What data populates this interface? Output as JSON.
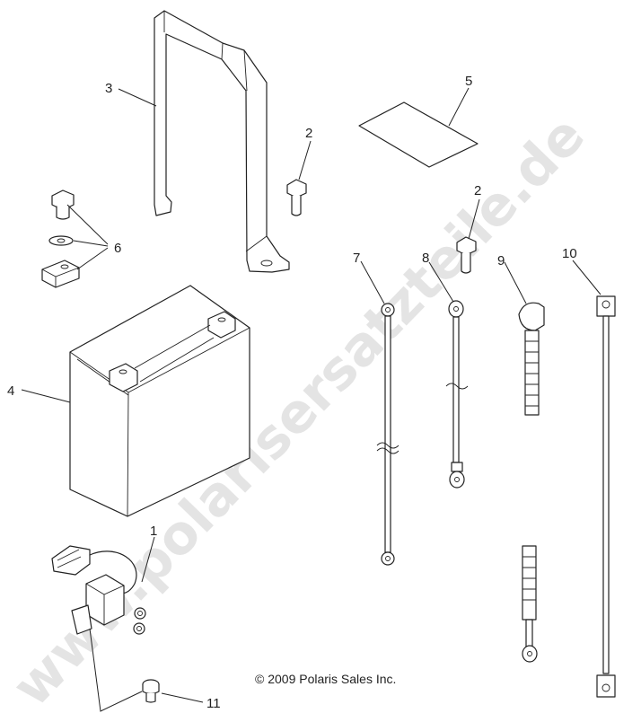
{
  "watermark": "www.polarisersatzteile.de",
  "copyright": "© 2009 Polaris Sales Inc.",
  "callouts": {
    "c1": "1",
    "c2a": "2",
    "c2b": "2",
    "c3": "3",
    "c4": "4",
    "c5": "5",
    "c6": "6",
    "c7": "7",
    "c8": "8",
    "c9": "9",
    "c10": "10",
    "c11": "11"
  }
}
